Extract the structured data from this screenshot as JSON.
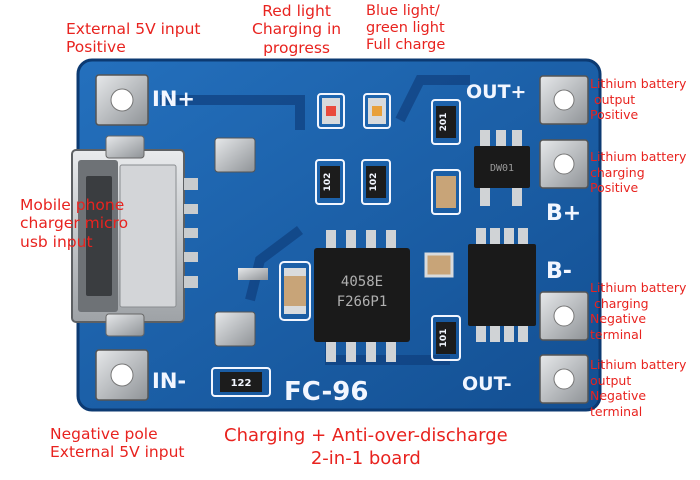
{
  "annotations": {
    "ext_pos": "External 5V input\nPositive",
    "red_light": "Red light\nCharging in\nprogress",
    "blue_light": "Blue light/\ngreen light\nFull charge",
    "micro_usb": "Mobile phone\ncharger micro\nusb input",
    "ext_neg": "Negative pole\nExternal 5V input",
    "out_pos": "Lithium battery\n output\nPositive",
    "chg_pos": "Lithium battery\ncharging\nPositive",
    "chg_neg": "Lithium battery\n charging\nNegative\nterminal",
    "out_neg": "Lithium battery\noutput\nNegative\nterminal"
  },
  "caption": "Charging + Anti-over-discharge\n2-in-1 board",
  "board": {
    "in_pos": "IN+",
    "in_neg": "IN-",
    "out_pos": "OUT+",
    "out_neg": "OUT-",
    "b_pos": "B+",
    "b_neg": "B-",
    "model": "FC-96",
    "chip_main_line1": "4058E",
    "chip_main_line2": "F266P1",
    "chip_prot": "DW01",
    "res_r1": "102",
    "res_r2": "102",
    "res_201": "201",
    "res_101": "101",
    "res_122": "122"
  },
  "colors": {
    "pcb": "#1b5fa8",
    "pcb_dark": "#0f3f7d",
    "annotation": "#e8231f",
    "silkscreen": "#f2f6ff",
    "pad": "#b9bcc0"
  }
}
